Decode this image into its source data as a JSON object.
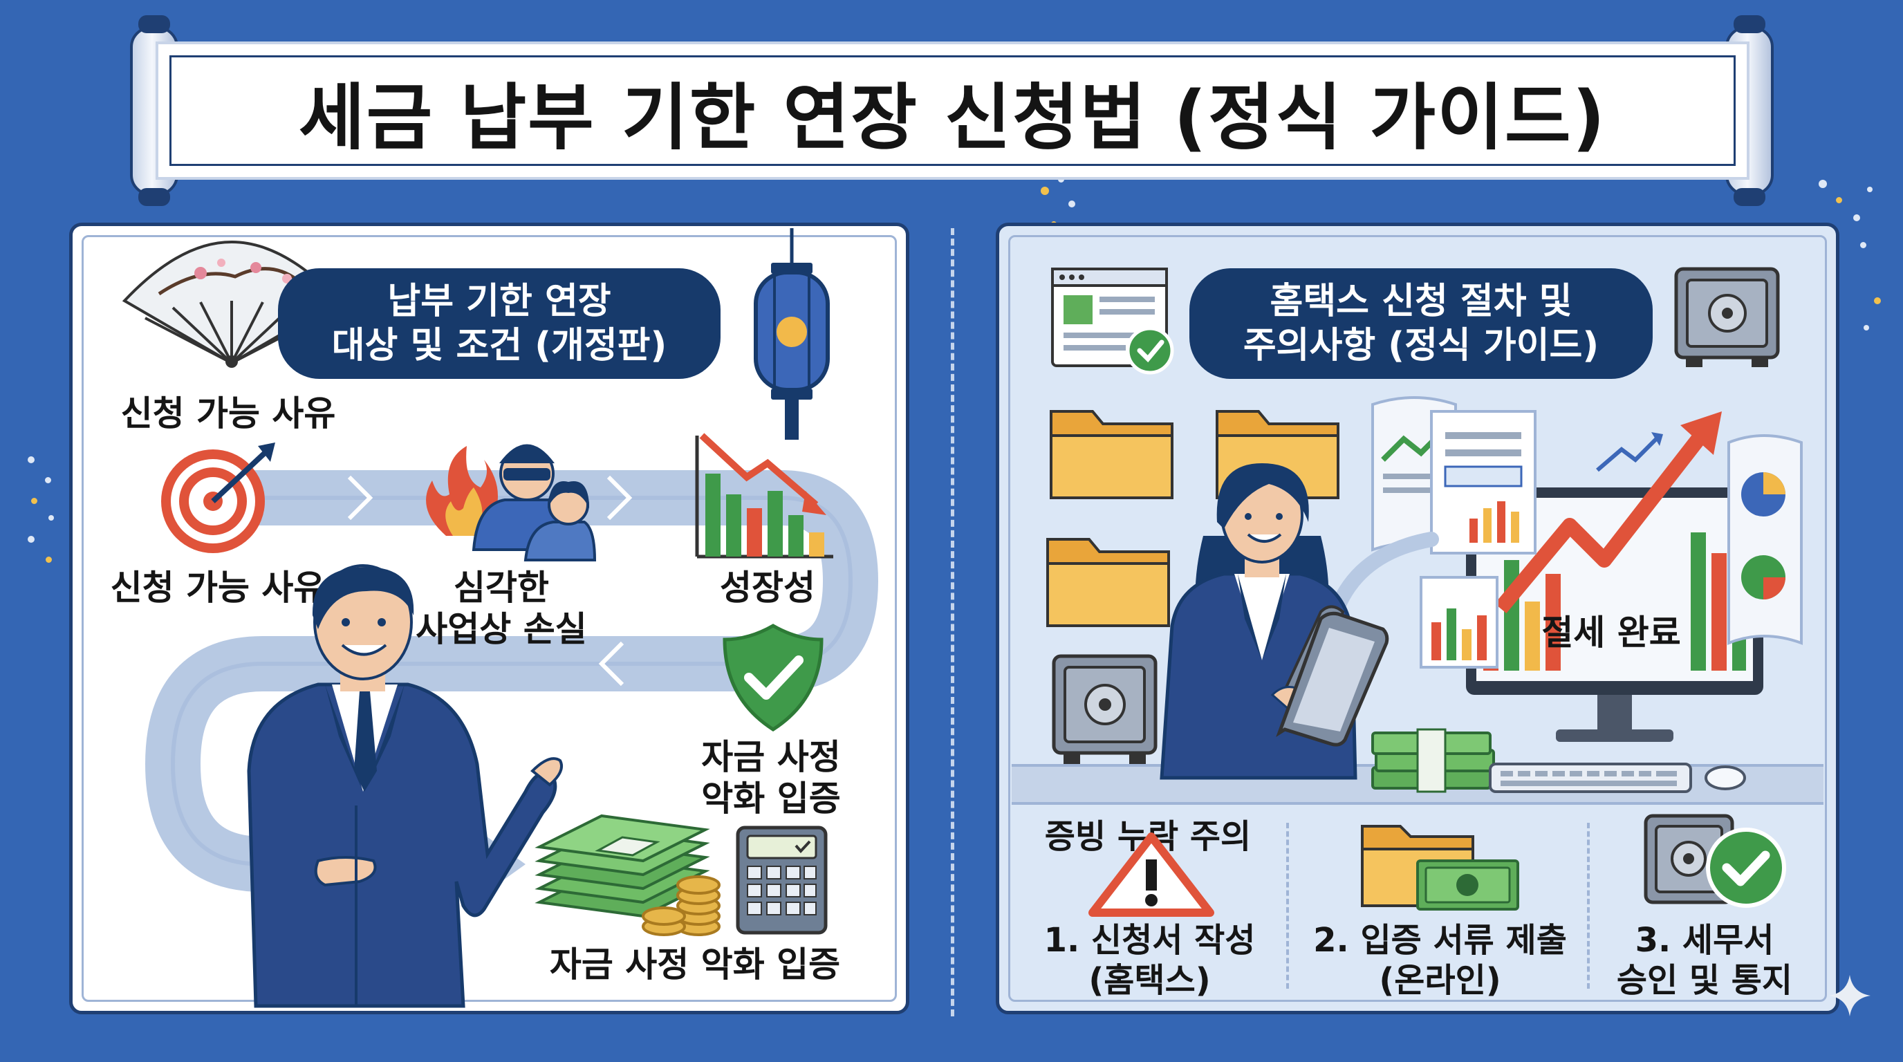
{
  "title": "세금 납부 기한 연장 신청법 (정식 가이드)",
  "left_panel": {
    "heading_line1": "납부 기한 연장",
    "heading_line2": "대상 및 조건 (개정판)",
    "reasons_title": "신청 가능 사유",
    "target_label": "신청 가능 사유",
    "loss_label_line1": "심각한",
    "loss_label_line2": "사업상 손실",
    "growth_label": "성장성",
    "funds_label_line1": "자금 사정",
    "funds_label_line2": "악화 입증",
    "money_label": "자금 사정 악화 입증"
  },
  "right_panel": {
    "heading_line1": "홈택스 신청 절차 및",
    "heading_line2": "주의사항 (정식 가이드)",
    "tax_saving_label": "절세 완료",
    "warning_label": "증빙 누락 주의",
    "steps": [
      {
        "line1": "1. 신청서 작성",
        "line2": "(홈택스)"
      },
      {
        "line1": "2. 입증 서류 제출",
        "line2": "(온라인)"
      },
      {
        "line1": "3. 세무서",
        "line2": "승인 및 통지"
      }
    ]
  },
  "colors": {
    "background": "#3466b4",
    "navy": "#173a6b",
    "accent_red": "#e0533a",
    "accent_green": "#3f9a4a",
    "folder_yellow": "#f2b94a"
  }
}
